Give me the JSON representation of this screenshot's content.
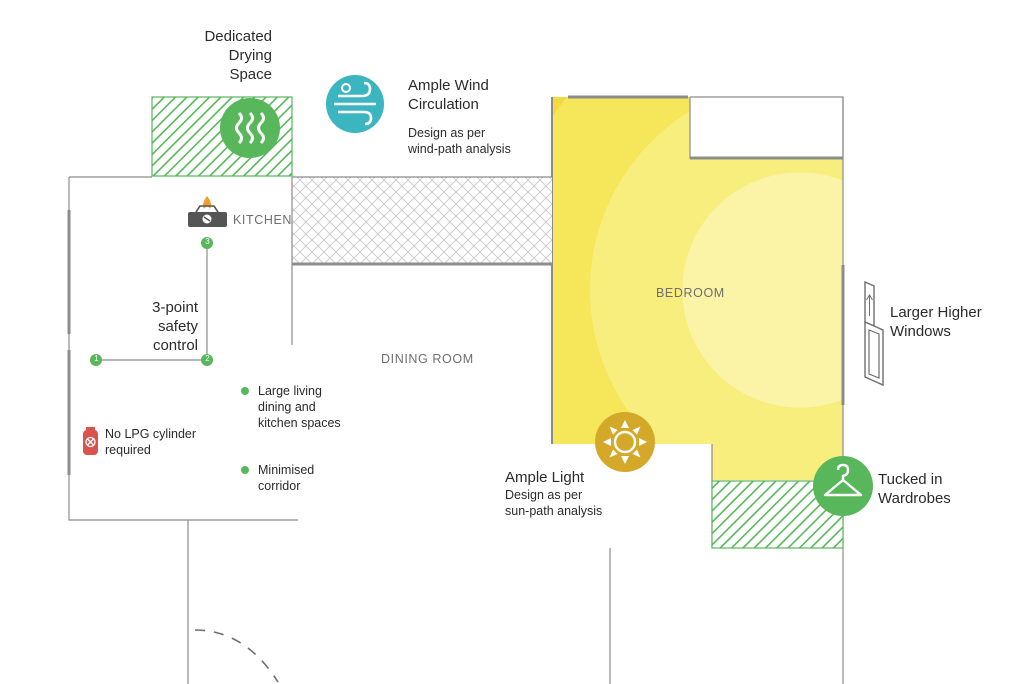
{
  "rooms": {
    "kitchen": "KITCHEN",
    "dining": "DINING ROOM",
    "bedroom": "BEDROOM"
  },
  "features": {
    "drying": {
      "lines": [
        "Dedicated",
        "Drying",
        "Space"
      ]
    },
    "wind": {
      "title_lines": [
        "Ample Wind",
        "Circulation"
      ],
      "desc_lines": [
        "Design as per",
        "wind-path analysis"
      ]
    },
    "safety": {
      "lines": [
        "3-point",
        "safety",
        "control"
      ],
      "points": [
        "1",
        "2",
        "3"
      ]
    },
    "living": {
      "lines": [
        "Large living",
        "dining and",
        "kitchen spaces"
      ]
    },
    "corridor": {
      "lines": [
        "Minimised",
        "corridor"
      ]
    },
    "lpg": {
      "lines": [
        "No LPG cylinder",
        "required"
      ]
    },
    "light": {
      "title": "Ample Light",
      "desc_lines": [
        "Design as per",
        "sun-path analysis"
      ]
    },
    "windows": {
      "lines": [
        "Larger Higher",
        "Windows"
      ]
    },
    "wardrobes": {
      "lines": [
        "Tucked in",
        "Wardrobes"
      ]
    }
  },
  "colors": {
    "accent_green": "#58b75a",
    "wind_teal": "#3bb5c0",
    "sun_gold": "#d4a92a",
    "bedroom_yellow": "#f5e94a",
    "wall_gray": "#8c8c8c",
    "lpg_red": "#d9534f"
  },
  "icons": [
    "steam-icon",
    "wind-icon",
    "stove-icon",
    "gas-cylinder-icon",
    "sun-icon",
    "hanger-icon",
    "window-icon"
  ]
}
